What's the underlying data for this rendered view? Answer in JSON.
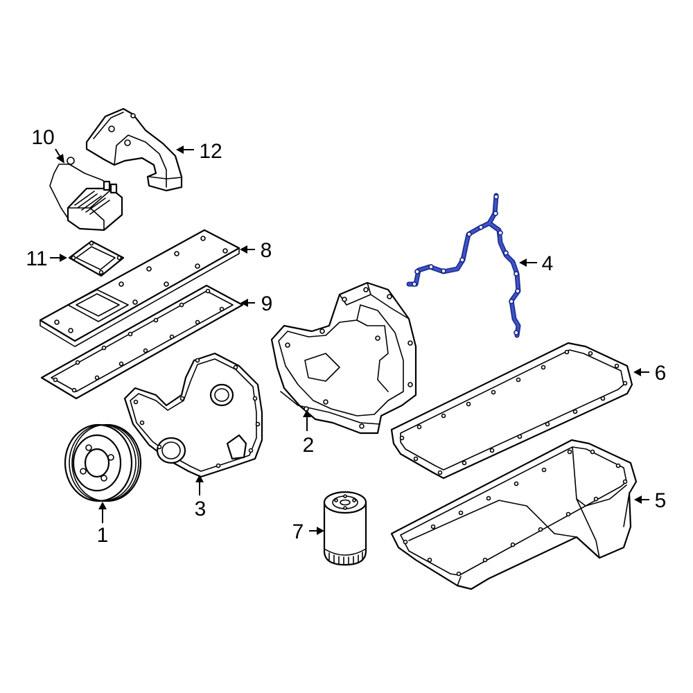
{
  "colors": {
    "highlight": "#1f2d8f",
    "highlight_light": "#3f55c8",
    "line": "#000000",
    "background": "#ffffff"
  },
  "callouts": {
    "c1": "1",
    "c2": "2",
    "c3": "3",
    "c4": "4",
    "c5": "5",
    "c6": "6",
    "c7": "7",
    "c8": "8",
    "c9": "9",
    "c10": "10",
    "c11": "11",
    "c12": "12"
  }
}
